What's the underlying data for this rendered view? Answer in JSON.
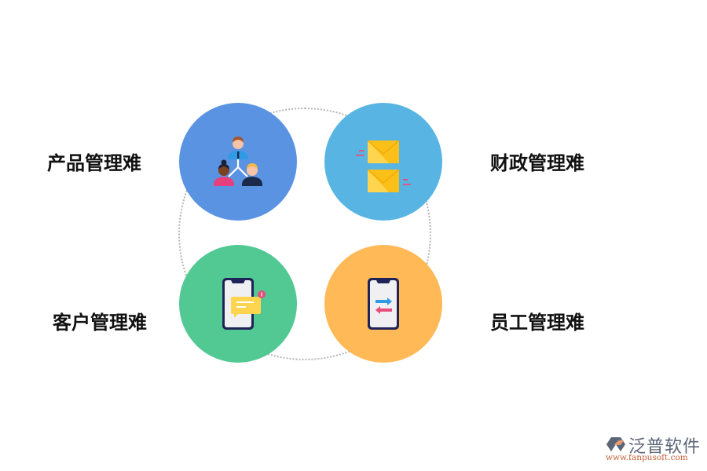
{
  "diagram": {
    "center_ring": "dotted-circle",
    "items": [
      {
        "label": "产品管理难",
        "color": "#5b93e3",
        "icon": "team-hierarchy-icon"
      },
      {
        "label": "财政管理难",
        "color": "#58b5e3",
        "icon": "envelopes-icon"
      },
      {
        "label": "客户管理难",
        "color": "#52c993",
        "icon": "phone-message-icon"
      },
      {
        "label": "员工管理难",
        "color": "#ffb956",
        "icon": "phone-transfer-icon"
      }
    ]
  },
  "logo": {
    "name": "泛普软件",
    "url": "www.fanpusoft.com"
  }
}
